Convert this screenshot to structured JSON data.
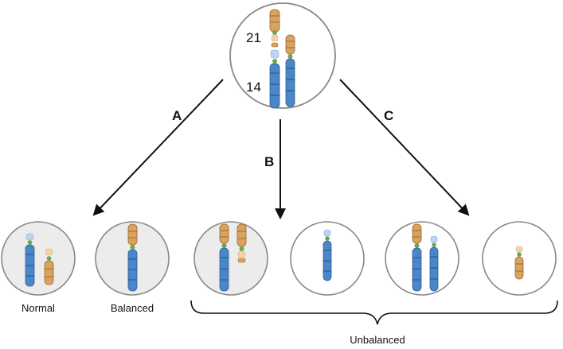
{
  "labels": {
    "chr21": "21",
    "chr14": "14",
    "path_a": "A",
    "path_b": "B",
    "path_c": "C",
    "normal": "Normal",
    "balanced": "Balanced",
    "unbalanced": "Unbalanced"
  },
  "colors": {
    "chr14_blue": "#4a86c8",
    "chr14_band": "#2f5f99",
    "chr21_tan": "#d9a25f",
    "chr21_band": "#9c6a2f",
    "centromere": "#6aa84f",
    "cell_gray": "#ececec",
    "cell_white": "#ffffff",
    "outline": "#888888",
    "arrow": "#111111"
  }
}
